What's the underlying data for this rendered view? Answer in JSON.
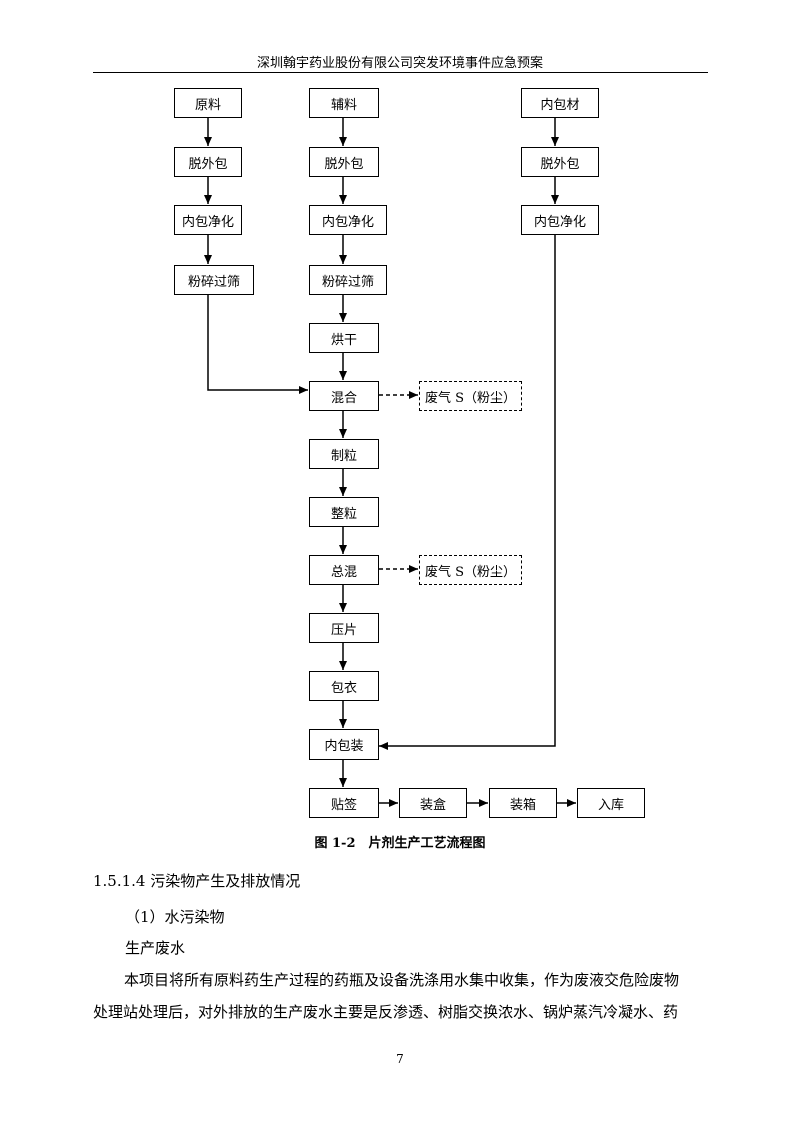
{
  "header": {
    "title": "深圳翰宇药业股份有限公司突发环境事件应急预案"
  },
  "flow": {
    "col1": [
      "原料",
      "脱外包",
      "内包净化",
      "粉碎过筛"
    ],
    "col2": [
      "辅料",
      "脱外包",
      "内包净化",
      "粉碎过筛",
      "烘干",
      "混合",
      "制粒",
      "整粒",
      "总混",
      "压片",
      "包衣",
      "内包装",
      "贴签"
    ],
    "col3": [
      "内包材",
      "脱外包",
      "内包净化"
    ],
    "bottom_row": [
      "装盒",
      "装箱",
      "入库"
    ],
    "emissions": [
      "废气 S（粉尘）",
      "废气 S（粉尘）"
    ]
  },
  "caption": "图 1-2　片剂生产工艺流程图",
  "body": {
    "section_heading": "1.5.1.4 污染物产生及排放情况",
    "subheading": "（1）水污染物",
    "subheading2": "生产废水",
    "paragraph_line1": "本项目将所有原料药生产过程的药瓶及设备洗涤用水集中收集，作为废液交危险废物",
    "paragraph_line2": "处理站处理后，对外排放的生产废水主要是反渗透、树脂交换浓水、锅炉蒸汽冷凝水、药"
  },
  "page_number": "7"
}
